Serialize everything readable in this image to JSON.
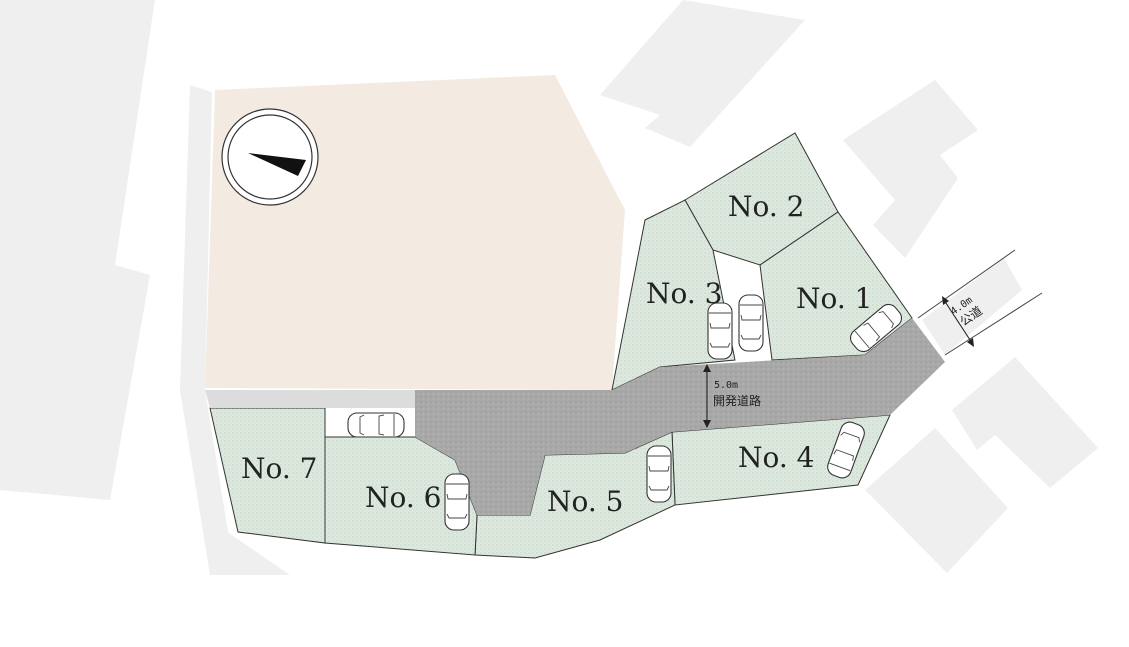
{
  "colors": {
    "lot_fill": "#dde9df",
    "road_fill": "#a9a9a9",
    "neighbor_fill": "#efeff0",
    "park_fill": "#f3ebe2",
    "lot_stroke": "#333333"
  },
  "compass": {
    "icon": "north-arrow-icon"
  },
  "lots": [
    {
      "id": "lot-1",
      "label": "No. 1"
    },
    {
      "id": "lot-2",
      "label": "No. 2"
    },
    {
      "id": "lot-3",
      "label": "No. 3"
    },
    {
      "id": "lot-4",
      "label": "No. 4"
    },
    {
      "id": "lot-5",
      "label": "No. 5"
    },
    {
      "id": "lot-6",
      "label": "No. 6"
    },
    {
      "id": "lot-7",
      "label": "No. 7"
    }
  ],
  "development_road": {
    "width_label": "5.0m",
    "name": "開発道路"
  },
  "public_road": {
    "width_label": "4.0m",
    "name": "公道"
  }
}
